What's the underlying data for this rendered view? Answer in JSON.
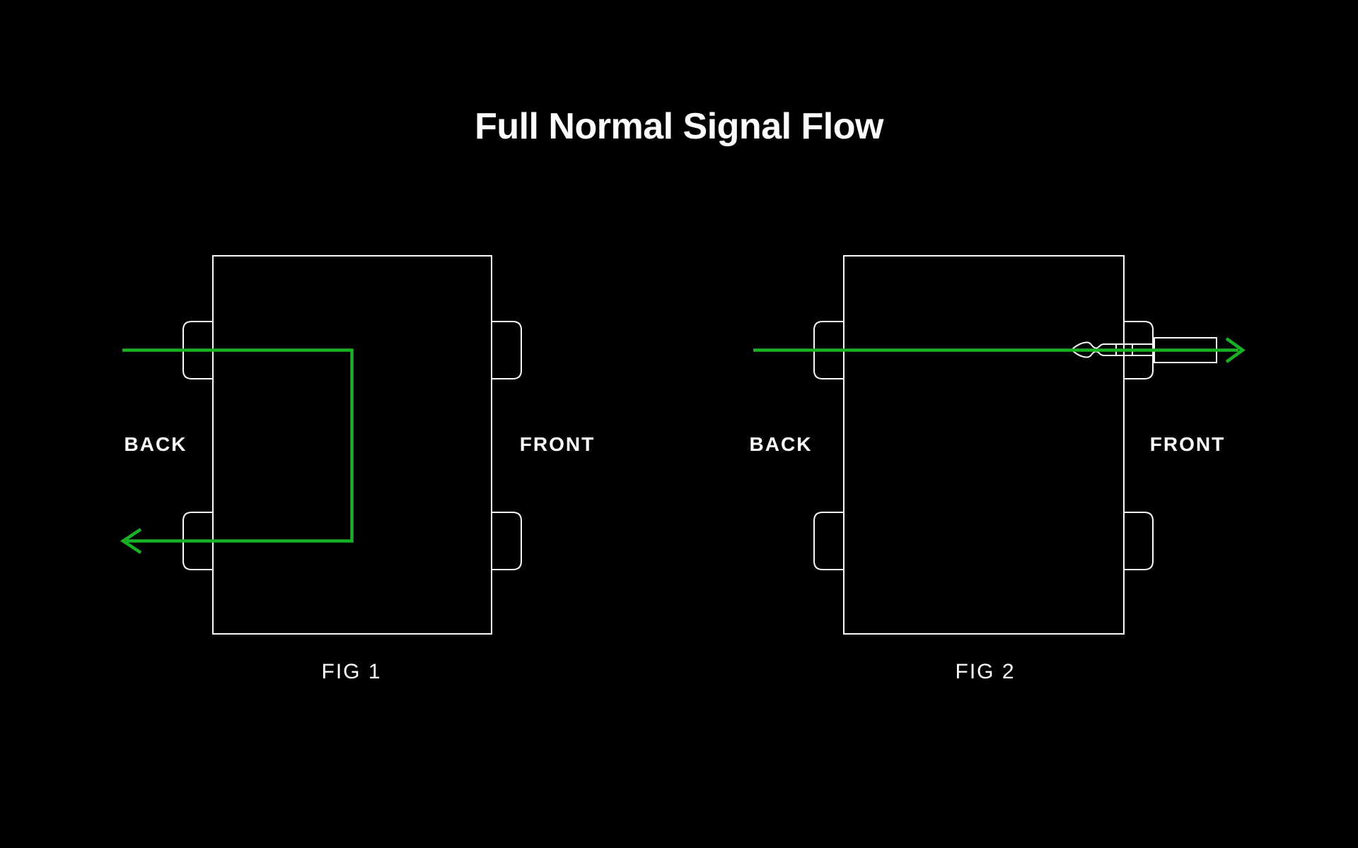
{
  "title": "Full Normal Signal Flow",
  "figures": [
    {
      "caption": "FIG 1",
      "back_label": "BACK",
      "front_label": "FRONT"
    },
    {
      "caption": "FIG 2",
      "back_label": "BACK",
      "front_label": "FRONT"
    }
  ],
  "colors": {
    "background": "#000000",
    "outline": "#fafafa",
    "signal": "#18b226",
    "text": "#ffffff"
  }
}
